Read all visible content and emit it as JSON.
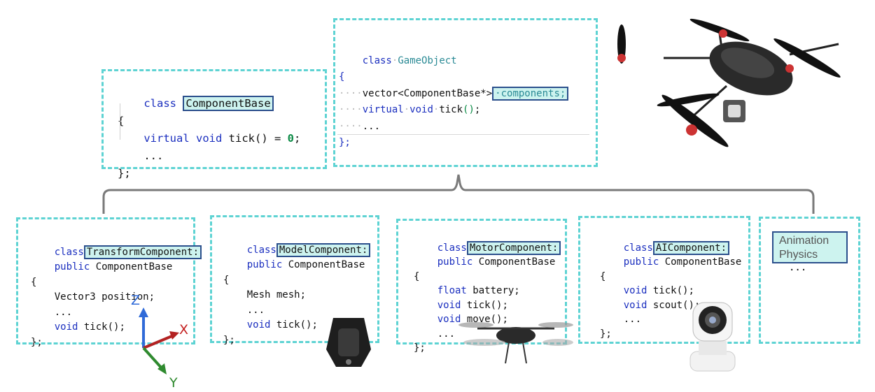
{
  "component_base": {
    "keyword": "class",
    "name": "ComponentBase",
    "brace_open": "{",
    "l_virtual": "virtual",
    "l_void": "void",
    "l_tick": " tick() = ",
    "l_zero": "0",
    "l_semi": ";",
    "l_dots": "...",
    "brace_close": "};"
  },
  "game_object": {
    "keyword": "class",
    "dot": "·",
    "name": "GameObject",
    "brace_open": "{",
    "indent": "····",
    "l1_vector": "vector<ComponentBase*>",
    "l1_components": "·components;",
    "l2_virtual": "virtual",
    "l2_void": "void",
    "l2_tick": "tick",
    "l2_parens": "()",
    "l2_semi": ";",
    "l3_dots": "...",
    "brace_close": "};"
  },
  "components": [
    {
      "keyword": "class",
      "name": "TransformComponent:",
      "public": "public",
      "base": " ComponentBase",
      "brace_open": "{",
      "lines": [
        "Vector3 position;",
        "...",
        "void tick();"
      ],
      "brace_close": "};"
    },
    {
      "keyword": "class",
      "name": "ModelComponent:",
      "public": "public",
      "base": " ComponentBase",
      "brace_open": "{",
      "lines": [
        "Mesh mesh;",
        "...",
        "void tick();"
      ],
      "brace_close": "};"
    },
    {
      "keyword": "class",
      "name": "MotorComponent:",
      "public": "public",
      "base": " ComponentBase",
      "brace_open": "{",
      "lines": [
        "float battery;",
        "void tick();",
        "void move();",
        "..."
      ],
      "brace_close": "};"
    },
    {
      "keyword": "class",
      "name": "AIComponent:",
      "public": "public",
      "base": " ComponentBase",
      "brace_open": "{",
      "lines": [
        "void tick();",
        "void scout();",
        "..."
      ],
      "brace_close": "};"
    }
  ],
  "extra_components": {
    "line1": "Animation",
    "line2": "Physics",
    "more": "..."
  },
  "axes": {
    "z": "Z",
    "x": "X",
    "y": "Y"
  },
  "colors": {
    "dashed_border": "#5ed3d3",
    "highlight_fill": "#cdf3ef",
    "highlight_border": "#2b4f8c",
    "keyword": "#1b2fbf"
  }
}
